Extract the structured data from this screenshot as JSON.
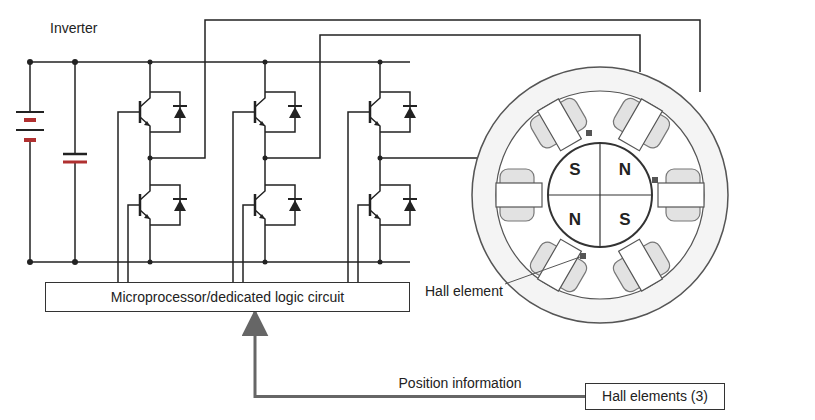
{
  "diagram": {
    "nodes": [
      {
        "text": [
          "Microprocessor/dedicated logic circuit"
        ]
      },
      {
        "text": [
          "Hall elements (3)"
        ]
      }
    ],
    "edges": [
      {
        "from": 1,
        "to": 0,
        "label": "Position information",
        "arrow": "to"
      }
    ],
    "labels": [
      "Inverter",
      "S",
      "N",
      "N",
      "S",
      "Hall element"
    ]
  }
}
